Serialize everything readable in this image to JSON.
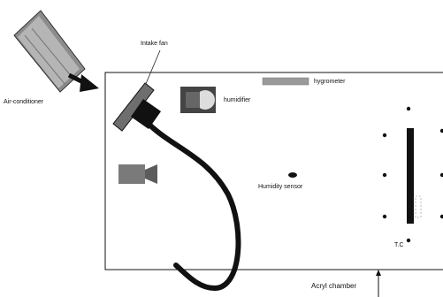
{
  "labels": {
    "air_conditioner": "Air-conditioner",
    "intake_fan": "Intake fan",
    "humidifier": "humidifier",
    "hygrometer": "hygrometer",
    "humidity_sensor": "Humidity sensor",
    "tc": "T.C",
    "acryl_chamber": "Acryl chamber"
  },
  "colors": {
    "line": "#111111",
    "fan_blade": "#6e6e6e",
    "hygrometer": "#9a9a9a",
    "humidifier_body": "#444444",
    "humidifier_window": "#dddddd",
    "ac_body": "#8c8c8c",
    "tc_bar": "#111111"
  }
}
